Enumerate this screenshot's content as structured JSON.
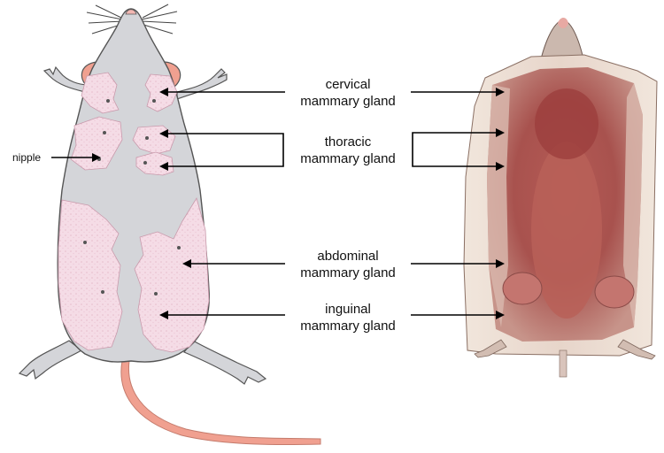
{
  "labels": {
    "cervical": {
      "line1": "cervical",
      "line2": "mammary gland"
    },
    "thoracic": {
      "line1": "thoracic",
      "line2": "mammary gland"
    },
    "abdominal": {
      "line1": "abdominal",
      "line2": "mammary gland"
    },
    "inguinal": {
      "line1": "inguinal",
      "line2": "mammary gland"
    },
    "nipple": "nipple"
  },
  "colors": {
    "body": "#d4d5d9",
    "gland": "#f5dce6",
    "gland_texture": "#e9bfcf",
    "ear_tail": "#f0a090",
    "outline": "#555555",
    "arrow": "#000000",
    "tissue_dark": "#8a3a3a",
    "tissue_mid": "#c98b80",
    "skin_edge": "#e2d6cc"
  }
}
